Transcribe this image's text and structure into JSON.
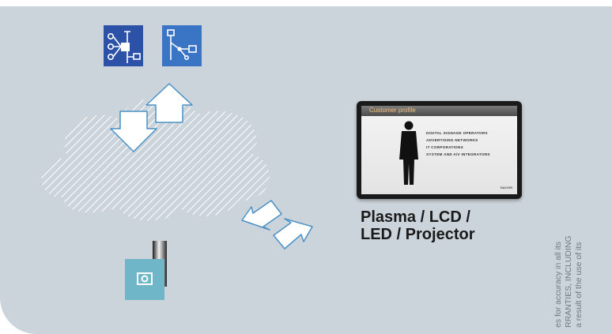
{
  "screen": {
    "slide_title": "Customer profile",
    "slide_items": [
      "DIGITAL SIGNAGE OPERATORS",
      "ADVERTISING NETWORKS",
      "IT CORPORATIONS",
      "SYSTEM AND A/V INTEGRATORS"
    ],
    "slide_logo": "NAVORI",
    "caption": "Plasma / LCD /\nLED / Projector"
  },
  "disclaimer_lines": [
    "es for accuracy in all its",
    "RRANTIES, INCLUDING",
    "a result of the use of its"
  ],
  "icons": {
    "left_tile": "network-hierarchy-icon",
    "right_tile": "network-branch-icon",
    "player_tile": "media-player-icon"
  },
  "colors": {
    "background": "#ccd4db",
    "tile_dark_blue": "#2c52a8",
    "tile_blue": "#3a74c4",
    "tile_teal": "#6fb6c9",
    "arrow_fill": "#ffffff",
    "arrow_stroke": "#4a90c6"
  }
}
